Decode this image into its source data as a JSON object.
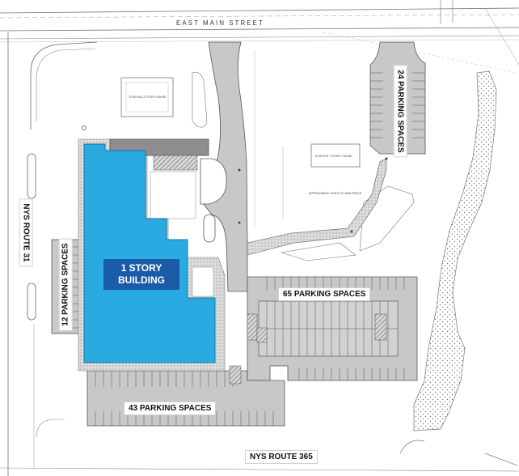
{
  "streets": {
    "north": "EAST MAIN STREET",
    "south": "NYS ROUTE 365",
    "west": "NYS ROUTE 31"
  },
  "building": {
    "label_line1": "1 STORY",
    "label_line2": "BUILDING",
    "fill_color": "#29abe2",
    "label_color": "#1b5ca8"
  },
  "parking": {
    "northeast": "24 PARKING SPACES",
    "east": "65 PARKING SPACES",
    "south": "43 PARKING SPACES",
    "west": "12 PARKING SPACES"
  },
  "existing": {
    "house_a": "EXISTING 2 STORY HOUSE",
    "house_b": "EXISTING 1 STORY HOUSE",
    "fence": "APPROXIMATE LIMITS OF NEW FENCE"
  },
  "colors": {
    "pavement": "#c8c8c8",
    "sidewalk": "#e6e6e6",
    "line": "#555555"
  }
}
